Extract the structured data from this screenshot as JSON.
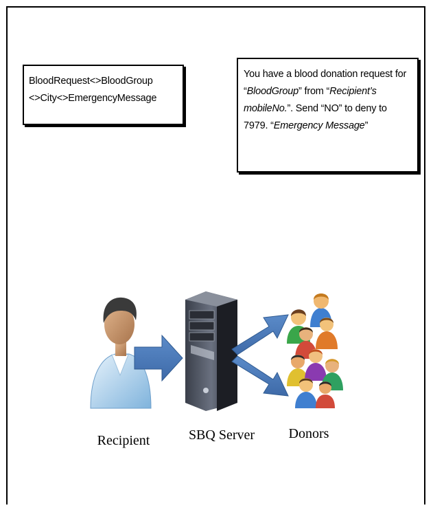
{
  "sms_format_box": {
    "line1": "BloodRequest<>BloodGroup",
    "line2": "<>City<>EmergencyMessage"
  },
  "sms_notice_box": {
    "l1": "You have a blood donation request for",
    "l2_q1": "“",
    "l2_i1": "BloodGroup",
    "l2_q2": "” from “",
    "l2_i2": "Recipient’s",
    "l3_i": "mobileNo.",
    "l3_rest": "”. Send “NO” to deny to",
    "l4_a": "7979. “",
    "l4_i": "Emergency Message",
    "l4_b": "”"
  },
  "captions": {
    "recipient": "Recipient",
    "server": "SBQ Server",
    "donors": "Donors"
  },
  "icons": {
    "recipient": "person-icon",
    "server": "server-tower-icon",
    "donors": "group-of-people-icon",
    "arrow_color": "#4a78b8"
  }
}
